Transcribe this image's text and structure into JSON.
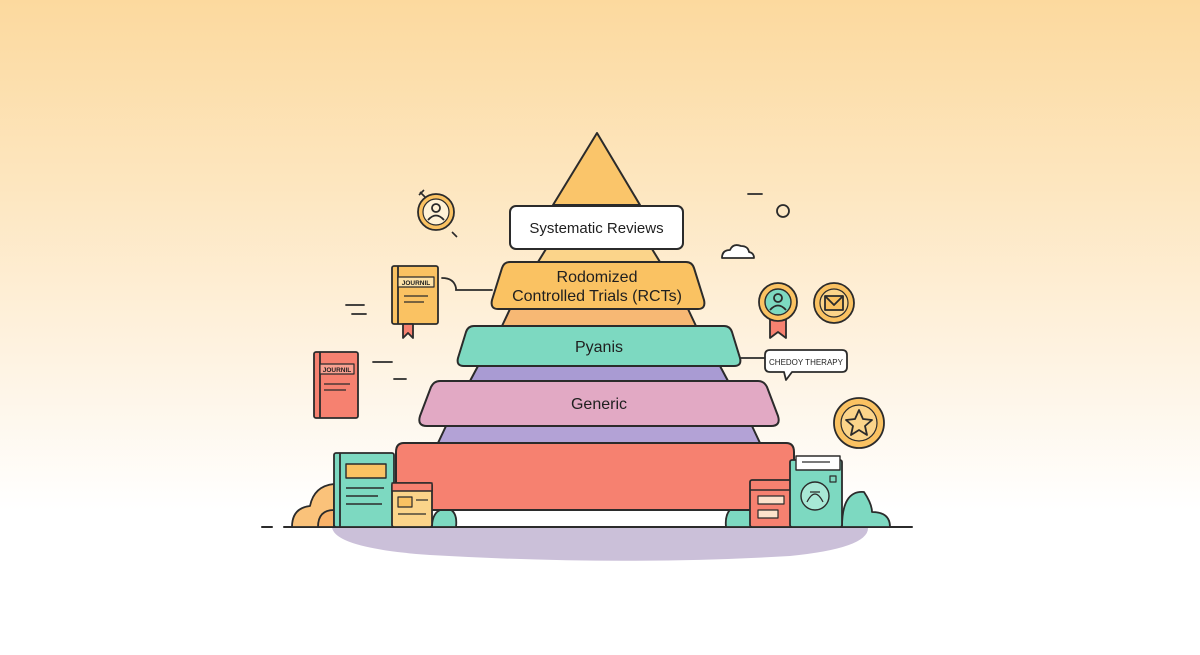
{
  "pyramid": {
    "tiers": [
      {
        "label": "Systematic Reviews",
        "color": "#ffffff"
      },
      {
        "label_line1": "Rodomized",
        "label_line2": "Controlled Trials (RCTs)",
        "color": "#fac262"
      },
      {
        "label": "Pyanis",
        "color": "#7dd9c1"
      },
      {
        "label": "Generic",
        "color": "#e2a9c4"
      },
      {
        "label": "",
        "color": "#f68170"
      }
    ],
    "apex_color": "#fac56a",
    "band_colors": [
      "#fbd48a",
      "#f7b874",
      "#a99bd3",
      "#b3a2d6"
    ]
  },
  "callouts": {
    "therapy_tag": "CHEDOY THERAPY",
    "journal_top": "JOURNIL",
    "journal_left": "JOURNIL"
  },
  "colors": {
    "outline": "#2b2b2b",
    "shadow": "#cbbfd8",
    "gold": "#f9c26a",
    "teal": "#7dd9c1",
    "coral": "#f68170"
  },
  "icons": [
    "person-badge-icon",
    "ribbon-badge-icon",
    "mail-badge-icon",
    "star-badge-icon",
    "cloud-icon",
    "circle-icon",
    "journal-book-icon",
    "document-icon",
    "bush-icon"
  ]
}
